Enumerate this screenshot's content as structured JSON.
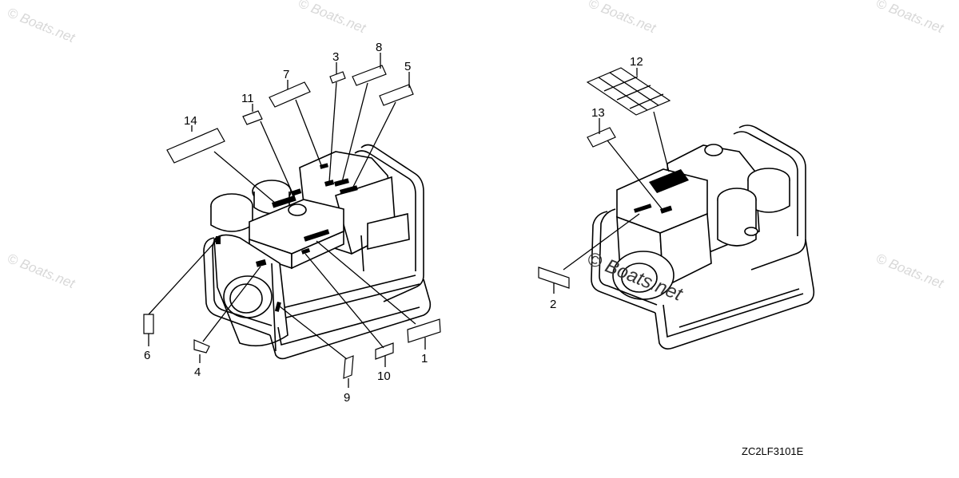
{
  "figure": {
    "drawing_code": "ZC2LF3101E",
    "watermark": "© Boats.net",
    "callouts": [
      "1",
      "2",
      "3",
      "4",
      "5",
      "6",
      "7",
      "8",
      "9",
      "10",
      "11",
      "12",
      "13",
      "14"
    ]
  }
}
